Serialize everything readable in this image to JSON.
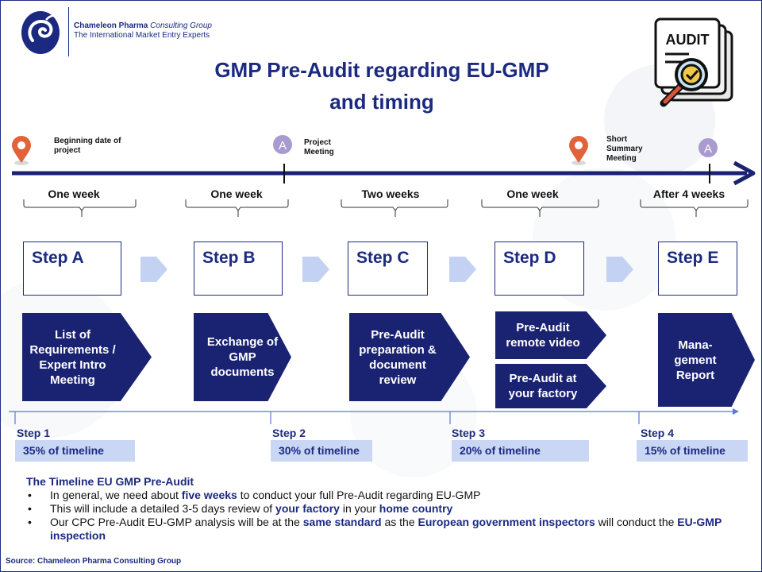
{
  "company": {
    "name_bold": "Chameleon Pharma",
    "name_italic": "Consulting Group",
    "tagline": "The International Market Entry Experts"
  },
  "title": {
    "line1": "GMP Pre-Audit regarding EU-GMP",
    "line2": "and timing"
  },
  "audit_badge": "AUDIT",
  "timeline": {
    "markers": [
      {
        "icon": "map-pin-icon",
        "label": "Beginning date of project"
      },
      {
        "icon": "letter-a-badge-icon",
        "badge": "A",
        "label": "Project Meeting"
      },
      {
        "icon": "map-pin-icon",
        "label": "Short Summary Meeting"
      },
      {
        "icon": "letter-a-badge-icon",
        "badge": "A"
      }
    ],
    "durations": [
      "One week",
      "One week",
      "Two weeks",
      "One week",
      "After 4 weeks"
    ]
  },
  "steps": [
    {
      "label": "Step A",
      "description": "List of Requirements / Expert Intro Meeting"
    },
    {
      "label": "Step B",
      "description": "Exchange of GMP documents"
    },
    {
      "label": "Step C",
      "description": "Pre-Audit preparation & document review"
    },
    {
      "label": "Step D",
      "descriptions": [
        "Pre-Audit remote video",
        "Pre-Audit at your factory"
      ]
    },
    {
      "label": "Step E",
      "description": "Mana-gement Report"
    }
  ],
  "phases": [
    {
      "label": "Step 1",
      "share": "35% of timeline"
    },
    {
      "label": "Step 2",
      "share": "30% of timeline"
    },
    {
      "label": "Step 3",
      "share": "20% of timeline"
    },
    {
      "label": "Step 4",
      "share": "15% of timeline"
    }
  ],
  "info": {
    "heading": "The Timeline EU GMP Pre-Audit",
    "bullets": [
      [
        "In general, we need about ",
        "five weeks",
        " to conduct your full Pre-Audit regarding EU-GMP"
      ],
      [
        "This will include a detailed 3-5 days review of ",
        "your factory",
        " in your ",
        "home country"
      ],
      [
        "Our CPC Pre-Audit EU-GMP analysis will be at the ",
        "same standard",
        " as the ",
        "European government inspectors",
        " will conduct the ",
        "EU-GMP inspection"
      ]
    ]
  },
  "source": "Source: Chameleon Pharma Consulting Group",
  "colors": {
    "navy": "#1b2a80",
    "dark_navy": "#1a2272",
    "light_blue": "#c9d6f4",
    "pin_orange": "#e0633a",
    "badge_purple": "#a99ad0",
    "chevron_blue": "#c3d2f2"
  }
}
